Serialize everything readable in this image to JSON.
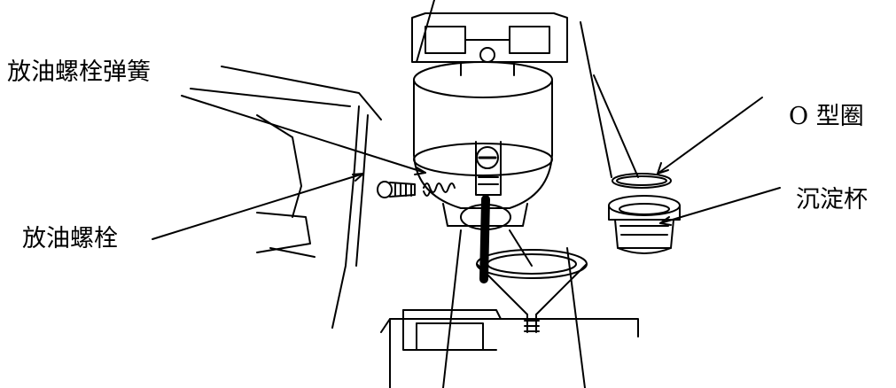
{
  "labels": {
    "drain_bolt_spring": "放油螺栓弹簧",
    "drain_bolt": "放油螺栓",
    "o_ring": "O 型圈",
    "sediment_cup": "沉淀杯"
  },
  "colors": {
    "ink": "#000000",
    "background": "#ffffff"
  }
}
